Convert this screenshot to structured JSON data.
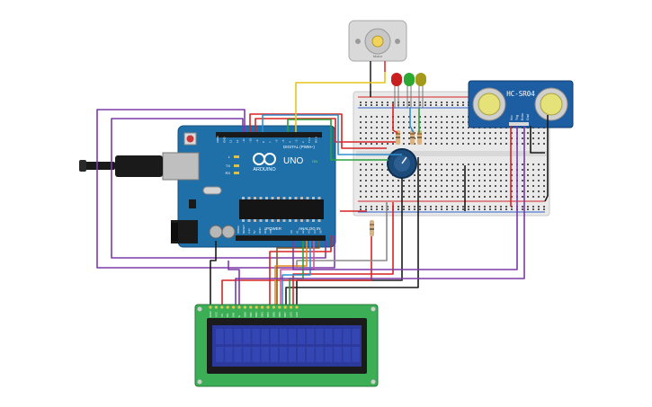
{
  "arduino": {
    "brand": "ARDUINO",
    "model": "UNO",
    "digital_label": "DIGITAL (PWM~)",
    "power_label": "POWER",
    "analog_label": "ANALOG IN",
    "on_label": "ON",
    "led_labels": [
      "L",
      "TX",
      "RX"
    ],
    "pin_labels_digital": [
      "AREF",
      "GND",
      "13",
      "12",
      "~11",
      "~10",
      "~9",
      "8",
      "7",
      "~6",
      "~5",
      "4",
      "~3",
      "2",
      "TX 1",
      "RX 0"
    ],
    "pin_labels_power": [
      "IOREF",
      "RESET",
      "3.3V",
      "5V",
      "GND",
      "GND",
      "VIN"
    ],
    "pin_labels_analog": [
      "A0",
      "A1",
      "A2",
      "A3",
      "A4",
      "A5"
    ]
  },
  "sensor": {
    "model": "HC-SR04",
    "pin_labels": [
      "Vcc",
      "Trig",
      "Echo",
      "Gnd"
    ]
  },
  "motor": {
    "caption": "Motor"
  },
  "lcd": {
    "pin_labels": [
      "GND",
      "VCC",
      "V0",
      "RS",
      "RW",
      "E",
      "DB0",
      "DB1",
      "DB2",
      "DB3",
      "DB4",
      "DB5",
      "DB6",
      "DB7",
      "LED",
      "LED"
    ]
  },
  "leds": [
    {
      "color": "#c81e1e"
    },
    {
      "color": "#2da832"
    },
    {
      "color": "#a39a1a"
    }
  ],
  "colors": {
    "arduino_board": "#1f6fa8",
    "breadboard": "#e9e9e9",
    "sensor_board": "#1d5ea3",
    "lcd_board": "#3cae55",
    "lcd_screen": "#2b3a9c",
    "wire_purple": "#7b3aa8",
    "wire_red": "#d62424",
    "wire_black": "#1a1a1a",
    "wire_yellow": "#e6c419",
    "wire_green": "#2aa03c",
    "wire_blue": "#2f8fd0",
    "wire_orange": "#e58a1c",
    "wire_gray": "#8a8a8a",
    "wire_pink": "#d457a0",
    "wire_brown": "#8a5a2b"
  }
}
